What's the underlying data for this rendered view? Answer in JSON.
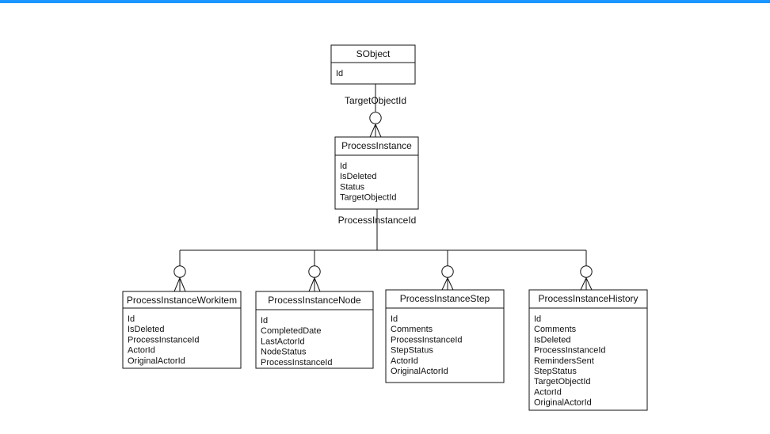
{
  "colors": {
    "accent_bar": "#1b96ff",
    "stroke": "#111111",
    "background": "#ffffff"
  },
  "relationship_labels": {
    "sobject_to_processinstance": "TargetObjectId",
    "processinstance_to_children": "ProcessInstanceId"
  },
  "entities": [
    {
      "id": "sobject",
      "title": "SObject",
      "fields": [
        "Id"
      ]
    },
    {
      "id": "processinstance",
      "title": "ProcessInstance",
      "fields": [
        "Id",
        "IsDeleted",
        "Status",
        "TargetObjectId"
      ]
    },
    {
      "id": "processinstanceworkitem",
      "title": "ProcessInstanceWorkitem",
      "fields": [
        "Id",
        "IsDeleted",
        "ProcessInstanceId",
        "ActorId",
        "OriginalActorId"
      ]
    },
    {
      "id": "processinstancenode",
      "title": "ProcessInstanceNode",
      "fields": [
        "Id",
        "CompletedDate",
        "LastActorId",
        "NodeStatus",
        "ProcessInstanceId"
      ]
    },
    {
      "id": "processinstancestep",
      "title": "ProcessInstanceStep",
      "fields": [
        "Id",
        "Comments",
        "ProcessInstanceId",
        "StepStatus",
        "ActorId",
        "OriginalActorId"
      ]
    },
    {
      "id": "processinstancehistory",
      "title": "ProcessInstanceHistory",
      "fields": [
        "Id",
        "Comments",
        "IsDeleted",
        "ProcessInstanceId",
        "RemindersSent",
        "StepStatus",
        "TargetObjectId",
        "ActorId",
        "OriginalActorId"
      ]
    }
  ]
}
